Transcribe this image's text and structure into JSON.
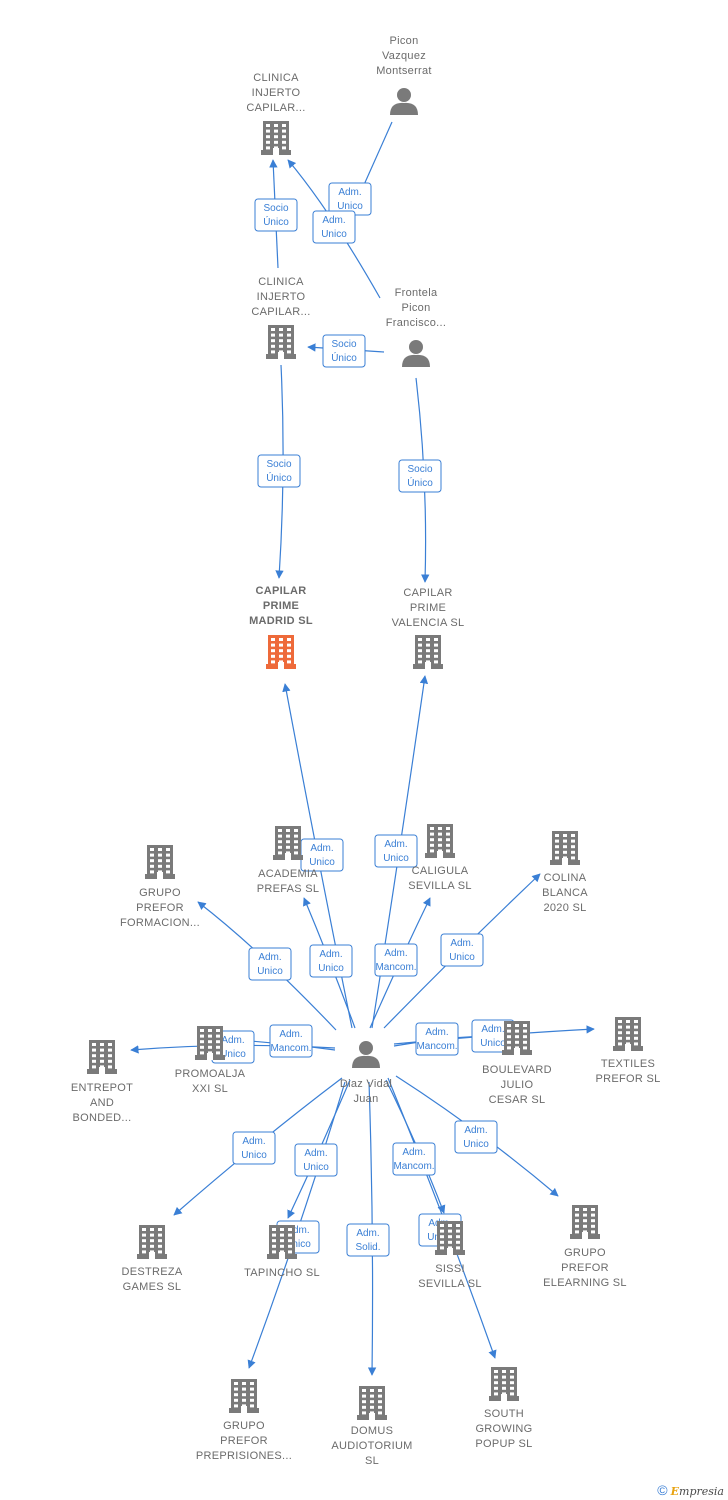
{
  "colors": {
    "edge": "#3a7fd5",
    "company": "#7a7a7a",
    "main_company": "#ee6a3a",
    "person": "#7a7a7a"
  },
  "nodes": [
    {
      "id": "picon",
      "type": "person",
      "name": [
        "Picon",
        "Vazquez",
        "Montserrat"
      ]
    },
    {
      "id": "clinica1",
      "type": "company",
      "name": [
        "CLINICA",
        "INJERTO",
        "CAPILAR..."
      ]
    },
    {
      "id": "clinica2",
      "type": "company",
      "name": [
        "CLINICA",
        "INJERTO",
        "CAPILAR..."
      ]
    },
    {
      "id": "frontela",
      "type": "person",
      "name": [
        "Frontela",
        "Picon",
        "Francisco..."
      ]
    },
    {
      "id": "cpmadrid",
      "type": "company",
      "main": true,
      "name": [
        "CAPILAR",
        "PRIME",
        "MADRID SL"
      ]
    },
    {
      "id": "cpvalencia",
      "type": "company",
      "name": [
        "CAPILAR",
        "PRIME",
        "VALENCIA SL"
      ]
    },
    {
      "id": "grupoform",
      "type": "company",
      "name": [
        "GRUPO",
        "PREFOR",
        "FORMACION..."
      ]
    },
    {
      "id": "academia",
      "type": "company",
      "name": [
        "ACADEMIA",
        "PREFAS SL"
      ]
    },
    {
      "id": "caligula",
      "type": "company",
      "name": [
        "CALIGULA",
        "SEVILLA SL"
      ]
    },
    {
      "id": "colina",
      "type": "company",
      "name": [
        "COLINA",
        "BLANCA",
        "2020 SL"
      ]
    },
    {
      "id": "entrepot",
      "type": "company",
      "name": [
        "ENTREPOT",
        "AND",
        "BONDED..."
      ]
    },
    {
      "id": "promoalja",
      "type": "company",
      "name": [
        "PROMOALJA",
        "XXI SL"
      ]
    },
    {
      "id": "diaz",
      "type": "person",
      "name": [
        "Diaz Vidal",
        "Juan"
      ]
    },
    {
      "id": "boulevard",
      "type": "company",
      "name": [
        "BOULEVARD",
        "JULIO",
        "CESAR SL"
      ]
    },
    {
      "id": "textiles",
      "type": "company",
      "name": [
        "TEXTILES",
        "PREFOR SL"
      ]
    },
    {
      "id": "destreza",
      "type": "company",
      "name": [
        "DESTREZA",
        "GAMES SL"
      ]
    },
    {
      "id": "tapincho",
      "type": "company",
      "name": [
        "TAPINCHO SL"
      ]
    },
    {
      "id": "sissi",
      "type": "company",
      "name": [
        "SISSI",
        "SEVILLA SL"
      ]
    },
    {
      "id": "elearning",
      "type": "company",
      "name": [
        "GRUPO",
        "PREFOR",
        "ELEARNING SL"
      ]
    },
    {
      "id": "preprisiones",
      "type": "company",
      "name": [
        "GRUPO",
        "PREFOR",
        "PREPRISIONES..."
      ]
    },
    {
      "id": "domus",
      "type": "company",
      "name": [
        "DOMUS",
        "AUDIOTORIUM",
        "SL"
      ]
    },
    {
      "id": "south",
      "type": "company",
      "name": [
        "SOUTH",
        "GROWING",
        "POPUP SL"
      ]
    }
  ],
  "edges": [
    {
      "from": "picon",
      "to": "clinica2",
      "label": [
        "Adm.",
        "Unico"
      ]
    },
    {
      "from": "frontela",
      "to": "clinica1",
      "label": [
        "Adm.",
        "Unico"
      ]
    },
    {
      "from": "clinica2",
      "to": "clinica1",
      "label": [
        "Socio",
        "Único"
      ]
    },
    {
      "from": "frontela",
      "to": "clinica2",
      "label": [
        "Socio",
        "Único"
      ]
    },
    {
      "from": "clinica2",
      "to": "cpmadrid",
      "label": [
        "Socio",
        "Único"
      ]
    },
    {
      "from": "frontela",
      "to": "cpvalencia",
      "label": [
        "Socio",
        "Único"
      ]
    },
    {
      "from": "diaz",
      "to": "cpmadrid",
      "label": [
        "Adm.",
        "Unico"
      ]
    },
    {
      "from": "diaz",
      "to": "cpvalencia",
      "label": [
        "Adm.",
        "Unico"
      ]
    },
    {
      "from": "diaz",
      "to": "grupoform",
      "label": [
        "Adm.",
        "Unico"
      ]
    },
    {
      "from": "diaz",
      "to": "academia",
      "label": [
        "Adm.",
        "Unico"
      ]
    },
    {
      "from": "diaz",
      "to": "caligula",
      "label": [
        "Adm.",
        "Mancom."
      ]
    },
    {
      "from": "diaz",
      "to": "colina",
      "label": [
        "Adm.",
        "Unico"
      ]
    },
    {
      "from": "diaz",
      "to": "entrepot",
      "label": [
        "Adm.",
        "Unico"
      ]
    },
    {
      "from": "diaz",
      "to": "promoalja",
      "label": [
        "Adm.",
        "Mancom."
      ]
    },
    {
      "from": "diaz",
      "to": "boulevard",
      "label": [
        "Adm.",
        "Mancom."
      ]
    },
    {
      "from": "diaz",
      "to": "textiles",
      "label": [
        "Adm.",
        "Unico"
      ]
    },
    {
      "from": "diaz",
      "to": "destreza",
      "label": [
        "Adm.",
        "Unico"
      ]
    },
    {
      "from": "diaz",
      "to": "tapincho",
      "label": [
        "Adm.",
        "Unico"
      ]
    },
    {
      "from": "diaz",
      "to": "preprisiones",
      "label": [
        "Adm.",
        "Unico"
      ]
    },
    {
      "from": "diaz",
      "to": "domus",
      "label": [
        "Adm.",
        "Solid."
      ]
    },
    {
      "from": "diaz",
      "to": "sissi",
      "label": [
        "Adm.",
        "Mancom."
      ]
    },
    {
      "from": "diaz",
      "to": "south",
      "label": [
        "Adm.",
        "Unico"
      ]
    },
    {
      "from": "diaz",
      "to": "elearning",
      "label": [
        "Adm.",
        "Unico"
      ]
    }
  ],
  "footer": {
    "copyright": "©",
    "brand": "mpresia",
    "brand_initial": "E"
  }
}
